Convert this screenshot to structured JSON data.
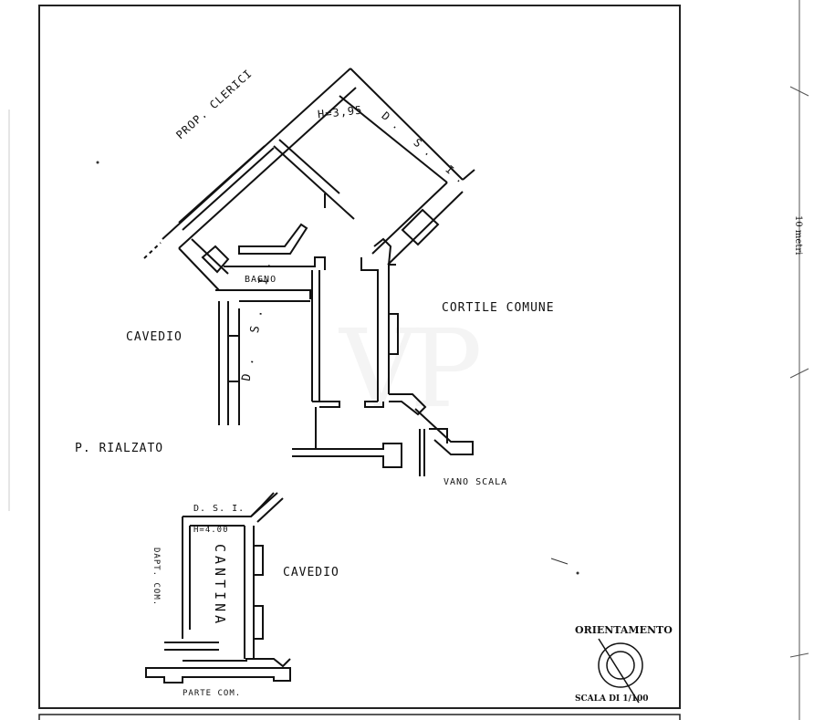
{
  "plan": {
    "height_main": "H=3,95",
    "neighbor_clerici": "PROP. CLERICI",
    "dsi_top": "D. S. I.",
    "bath": "BAGNO",
    "courtyard": "CORTILE COMUNE",
    "lightwell_1": "CAVEDIO",
    "dsi_middle": "D. S. I.",
    "floor_level": "P. RIALZATO",
    "stair_well": "VANO SCALA",
    "dsi_cellar": "D. S. I.",
    "height_cellar": "H=4.00",
    "common_side": "DAPT. COM.",
    "cellar": "CANTINA",
    "lightwell_2": "CAVEDIO",
    "common_bottom": "PARTE COM.",
    "orientation": "ORIENTAMENTO",
    "scale": "SCALA DI 1/100",
    "scale_bar": "10 metri",
    "watermark": "VP"
  }
}
